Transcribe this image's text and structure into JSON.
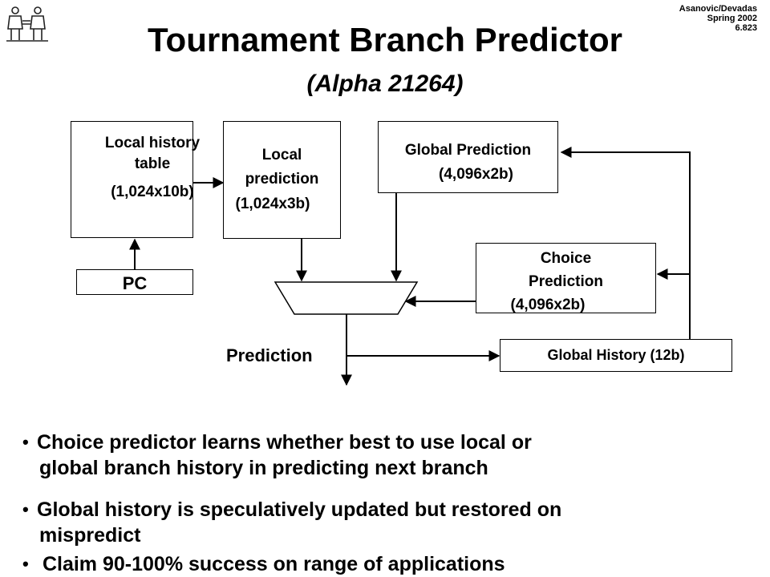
{
  "header": {
    "credit_line1": "Asanovic/Devadas",
    "credit_line2": "Spring 2002",
    "credit_line3": "6.823",
    "title": "Tournament Branch Predictor",
    "subtitle": "(Alpha 21264)"
  },
  "diagram": {
    "local_history": [
      "Local history",
      "table",
      "(1,024x10b)"
    ],
    "local_prediction": [
      "Local",
      "prediction",
      "(1,024x3b)"
    ],
    "global_prediction": [
      "Global Prediction",
      "(4,096x2b)"
    ],
    "choice_prediction": [
      "Choice",
      "Prediction",
      "(4,096x2b)"
    ],
    "pc": "PC",
    "prediction_label": "Prediction",
    "global_history": "Global History (12b)"
  },
  "bullets": [
    {
      "line1": "Choice predictor learns whether best to use local or",
      "line2": "global branch history in predicting next branch"
    },
    {
      "line1": "Global history is speculatively updated but restored on",
      "line2": "mispredict"
    },
    {
      "line1": " Claim 90-100% success on range of applications",
      "line2": ""
    }
  ]
}
